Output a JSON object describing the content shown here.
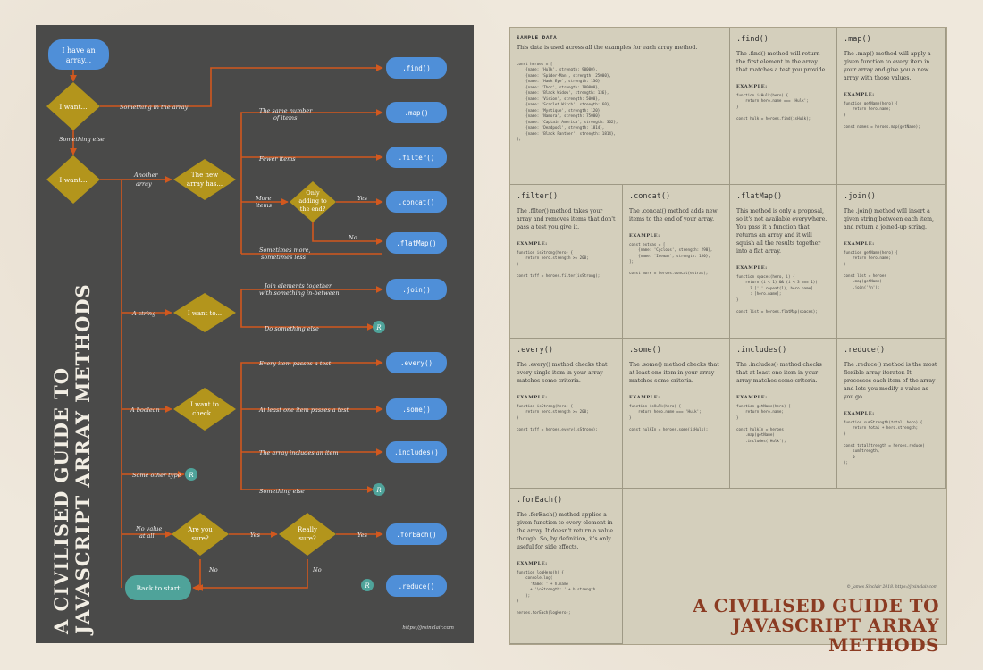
{
  "poster_title": "A CIVILISED GUIDE TO JAVASCRIPT ARRAY METHODS",
  "poster_title_lines": [
    "A CIVILISED GUIDE TO",
    "JAVASCRIPT ARRAY METHODS"
  ],
  "url": "https://jrsinclair.com",
  "flow": {
    "start": [
      "I have an",
      "array..."
    ],
    "q1": "I want...",
    "q2": "I want...",
    "q_array_has": [
      "The new",
      "array has..."
    ],
    "q_only_adding": [
      "Only",
      "adding to",
      "the end?"
    ],
    "q_want_to": "I want to...",
    "q_want_check": [
      "I want to",
      "check..."
    ],
    "q_are_you_sure": [
      "Are you",
      "sure?"
    ],
    "q_really_sure": [
      "Really",
      "sure?"
    ],
    "back_to_start": "Back to start",
    "r": "R",
    "methods": {
      "find": ".find()",
      "map": ".map()",
      "filter": ".filter()",
      "concat": ".concat()",
      "flatMap": ".flatMap()",
      "join": ".join()",
      "every": ".every()",
      "some": ".some()",
      "includes": ".includes()",
      "forEach": ".forEach()",
      "reduce": ".reduce()"
    },
    "labels": {
      "something_in_array": "Something in the array",
      "something_else": "Something else",
      "another_array": [
        "Another",
        "array"
      ],
      "same_number": [
        "The same number",
        "of items"
      ],
      "fewer_items": "Fewer items",
      "more_items": [
        "More",
        "items"
      ],
      "yes": "Yes",
      "no": "No",
      "sometimes_more": [
        "Sometimes more,",
        "sometimes less"
      ],
      "a_string": "A string",
      "join_elements": [
        "Join elements together",
        "with something in-between"
      ],
      "do_something_else": "Do something else",
      "a_boolean": "A boolean",
      "every_item": "Every item passes a test",
      "at_least_one": "At least one item passes a test",
      "array_includes": "The array includes an item",
      "something_else2": "Something else",
      "some_other_type": "Some other type",
      "no_value": [
        "No value",
        "at all"
      ]
    }
  },
  "reference": {
    "credit": "© James Sinclair 2018. https://jrsinclair.com",
    "cells": [
      {
        "title": "SAMPLE DATA",
        "desc": "This data is used across all the examples for each array method.",
        "example": "",
        "code": "const heroes = [\n    {name: 'Hulk', strength: 90000},\n    {name: 'Spider-Man', strength: 25000},\n    {name: 'Hawk Eye', strength: 136},\n    {name: 'Thor', strength: 100000},\n    {name: 'Black Widow', strength: 136},\n    {name: 'Vision', strength: 5000},\n    {name: 'Scarlet Witch', strength: 60},\n    {name: 'Mystique', strength: 120},\n    {name: 'Namora', strength: 75000},\n    {name: 'Captain America', strength: 362},\n    {name: 'Deadpool', strength: 1814},\n    {name: 'Black Panther', strength: 1814},\n];"
      },
      {
        "title": ".find()",
        "desc": "The .find() method will return the first element in the array that matches a test you provide.",
        "example": "EXAMPLE:",
        "code": "function isHulk(hero) {\n    return hero.name === 'Hulk';\n}\n\nconst hulk = heroes.find(isHulk);"
      },
      {
        "title": ".map()",
        "desc": "The .map() method will apply a given function to every item in your array and give you a new array with those values.",
        "example": "EXAMPLE:",
        "code": "function getName(hero) {\n    return hero.name;\n}\n\nconst names = heroes.map(getName);"
      },
      {
        "title": ".filter()",
        "desc": "The .filter() method takes your array and removes items that don't pass a test you give it.",
        "example": "EXAMPLE:",
        "code": "function isStrong(hero) {\n    return hero.strength >= 200;\n}\n\nconst tuff = heroes.filter(isStrong);"
      },
      {
        "title": ".concat()",
        "desc": "The .concat() method adds new items to the end of your array.",
        "example": "EXAMPLE:",
        "code": "const extras = [\n    {name: 'Cyclops', strength: 290},\n    {name: 'Iceman', strength: 150},\n];\n\nconst more = heroes.concat(extras);"
      },
      {
        "title": ".flatMap()",
        "desc": "This method is only a proposal, so it's not available everywhere. You pass it a function that returns an array and it will squish all the results together into a flat array.",
        "example": "EXAMPLE:",
        "code": "function spaces(hero, i) {\n    return (i < 1) && (i % 3 === 1))\n      ? [' '.repeat(1), hero.name]\n      : [hero.name];\n}\n\nconst list = heroes.flatMap(spaces);"
      },
      {
        "title": ".join()",
        "desc": "The .join() method will insert a given string between each item, and return a joined-up string.",
        "example": "EXAMPLE:",
        "code": "function getName(hero) {\n    return hero.name;\n}\n\nconst list = heroes\n    .map(getName)\n    .join('\\n');"
      },
      {
        "title": ".every()",
        "desc": "The .every() method checks that every single item in your array matches some criteria.",
        "example": "EXAMPLE:",
        "code": "function isStrong(hero) {\n    return hero.strength >= 200;\n}\n\nconst tuff = heroes.every(isStrong);"
      },
      {
        "title": ".some()",
        "desc": "The .some() method checks that at least one item in your array matches some criteria.",
        "example": "EXAMPLE:",
        "code": "function isHulk(hero) {\n    return hero.name === 'Hulk';\n}\n\nconst hulkIn = heroes.some(isHulk);"
      },
      {
        "title": ".includes()",
        "desc": "The .includes() method checks that at least one item in your array matches some criteria.",
        "example": "EXAMPLE:",
        "code": "function getName(hero) {\n    return hero.name;\n}\n\nconst hulkIn = heroes\n    .map(getName)\n    .includes('Hulk');"
      },
      {
        "title": ".reduce()",
        "desc": "The .reduce() method is the most flexible array iterator. It processes each item of the array and lets you modify a value as you go.",
        "example": "EXAMPLE:",
        "code": "function sumStrength(total, hero) {\n    return total + hero.strength;\n}\n\nconst totalStrength = heroes.reduce(\n    sumStrength,\n    0\n);"
      },
      {
        "title": ".forEach()",
        "desc": "The .forEach() method applies a given function to every element in the array. It doesn't return a value though. So, by definition, it's only useful for side effects.",
        "example": "EXAMPLE:",
        "code": "function logHero(h) {\n    console.log(\n      'Name: ' + h.name\n      + '\\nStrength: ' + h.strength\n    );\n}\n\nheroes.forEach(logHero);"
      }
    ]
  },
  "colors": {
    "panel": "#4a4a49",
    "node_blue": "#4f8fd8",
    "decision": "#b3951c",
    "arrow": "#d2581e",
    "teal": "#4fa39a",
    "title_red": "#8b3b22"
  }
}
